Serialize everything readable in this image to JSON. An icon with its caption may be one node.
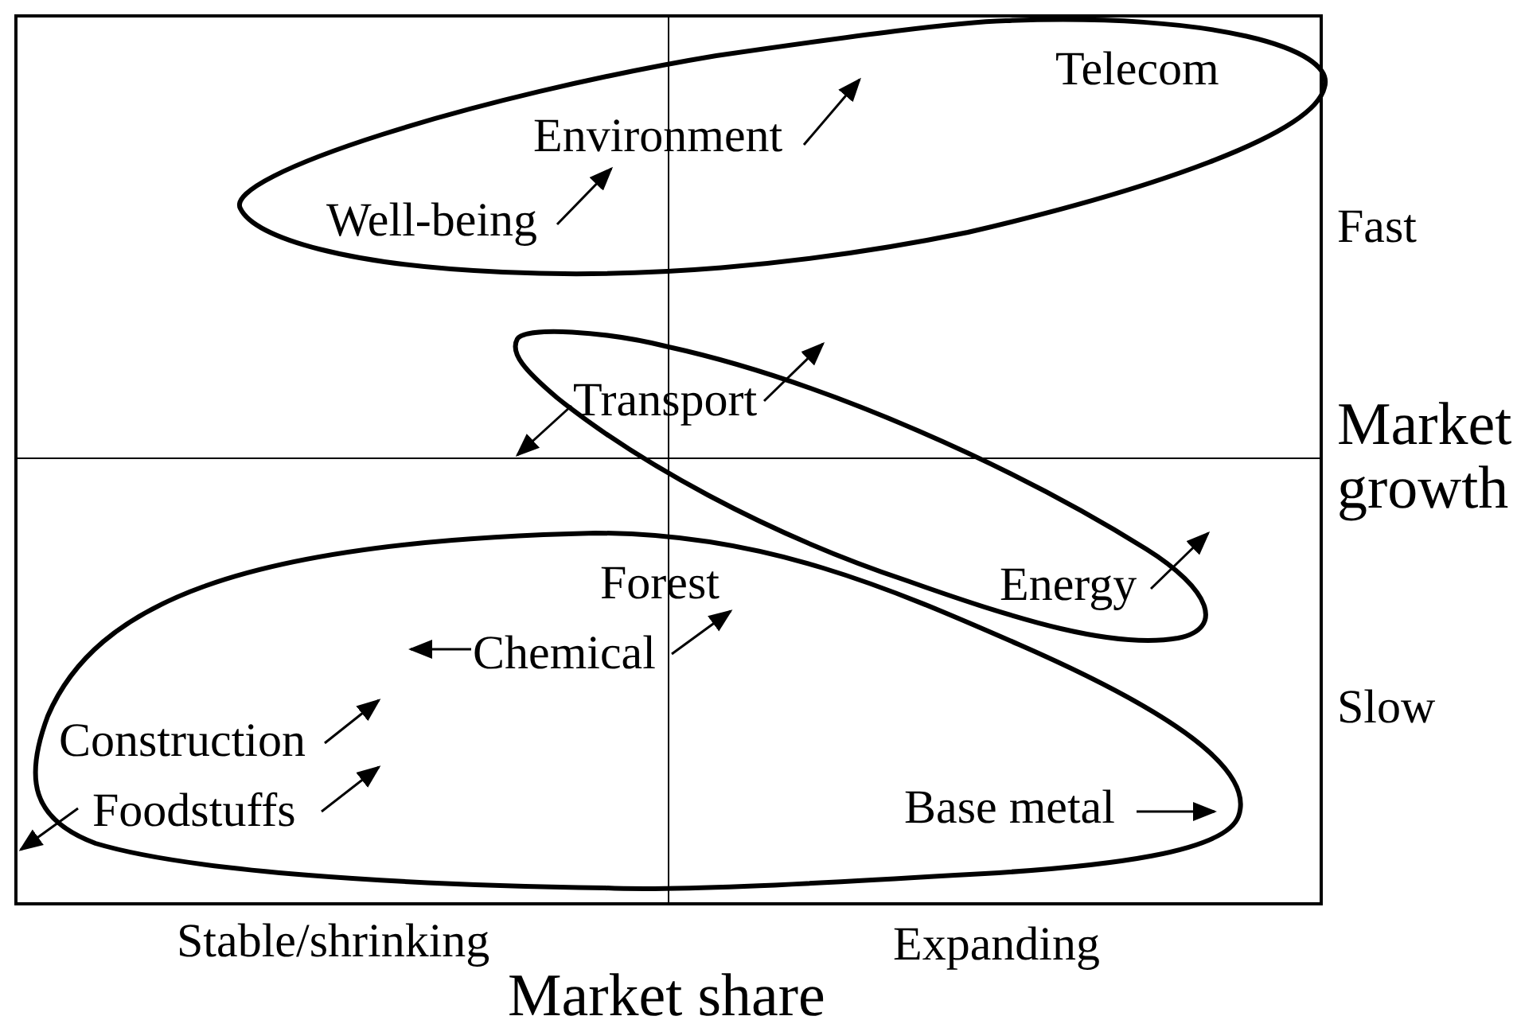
{
  "diagram": {
    "nodes": [
      {
        "text": [
          "Telecom",
          "Environment",
          "Well-being"
        ]
      },
      {
        "text": [
          "Transport",
          "Energy"
        ]
      },
      {
        "text": [
          "Forest",
          "Chemical",
          "Construction",
          "Foodstuffs",
          "Base metal"
        ]
      }
    ],
    "edges": [],
    "labels": [
      "Fast",
      "Market growth",
      "Slow",
      "Stable/shrinking",
      "Expanding",
      "Market share"
    ]
  }
}
